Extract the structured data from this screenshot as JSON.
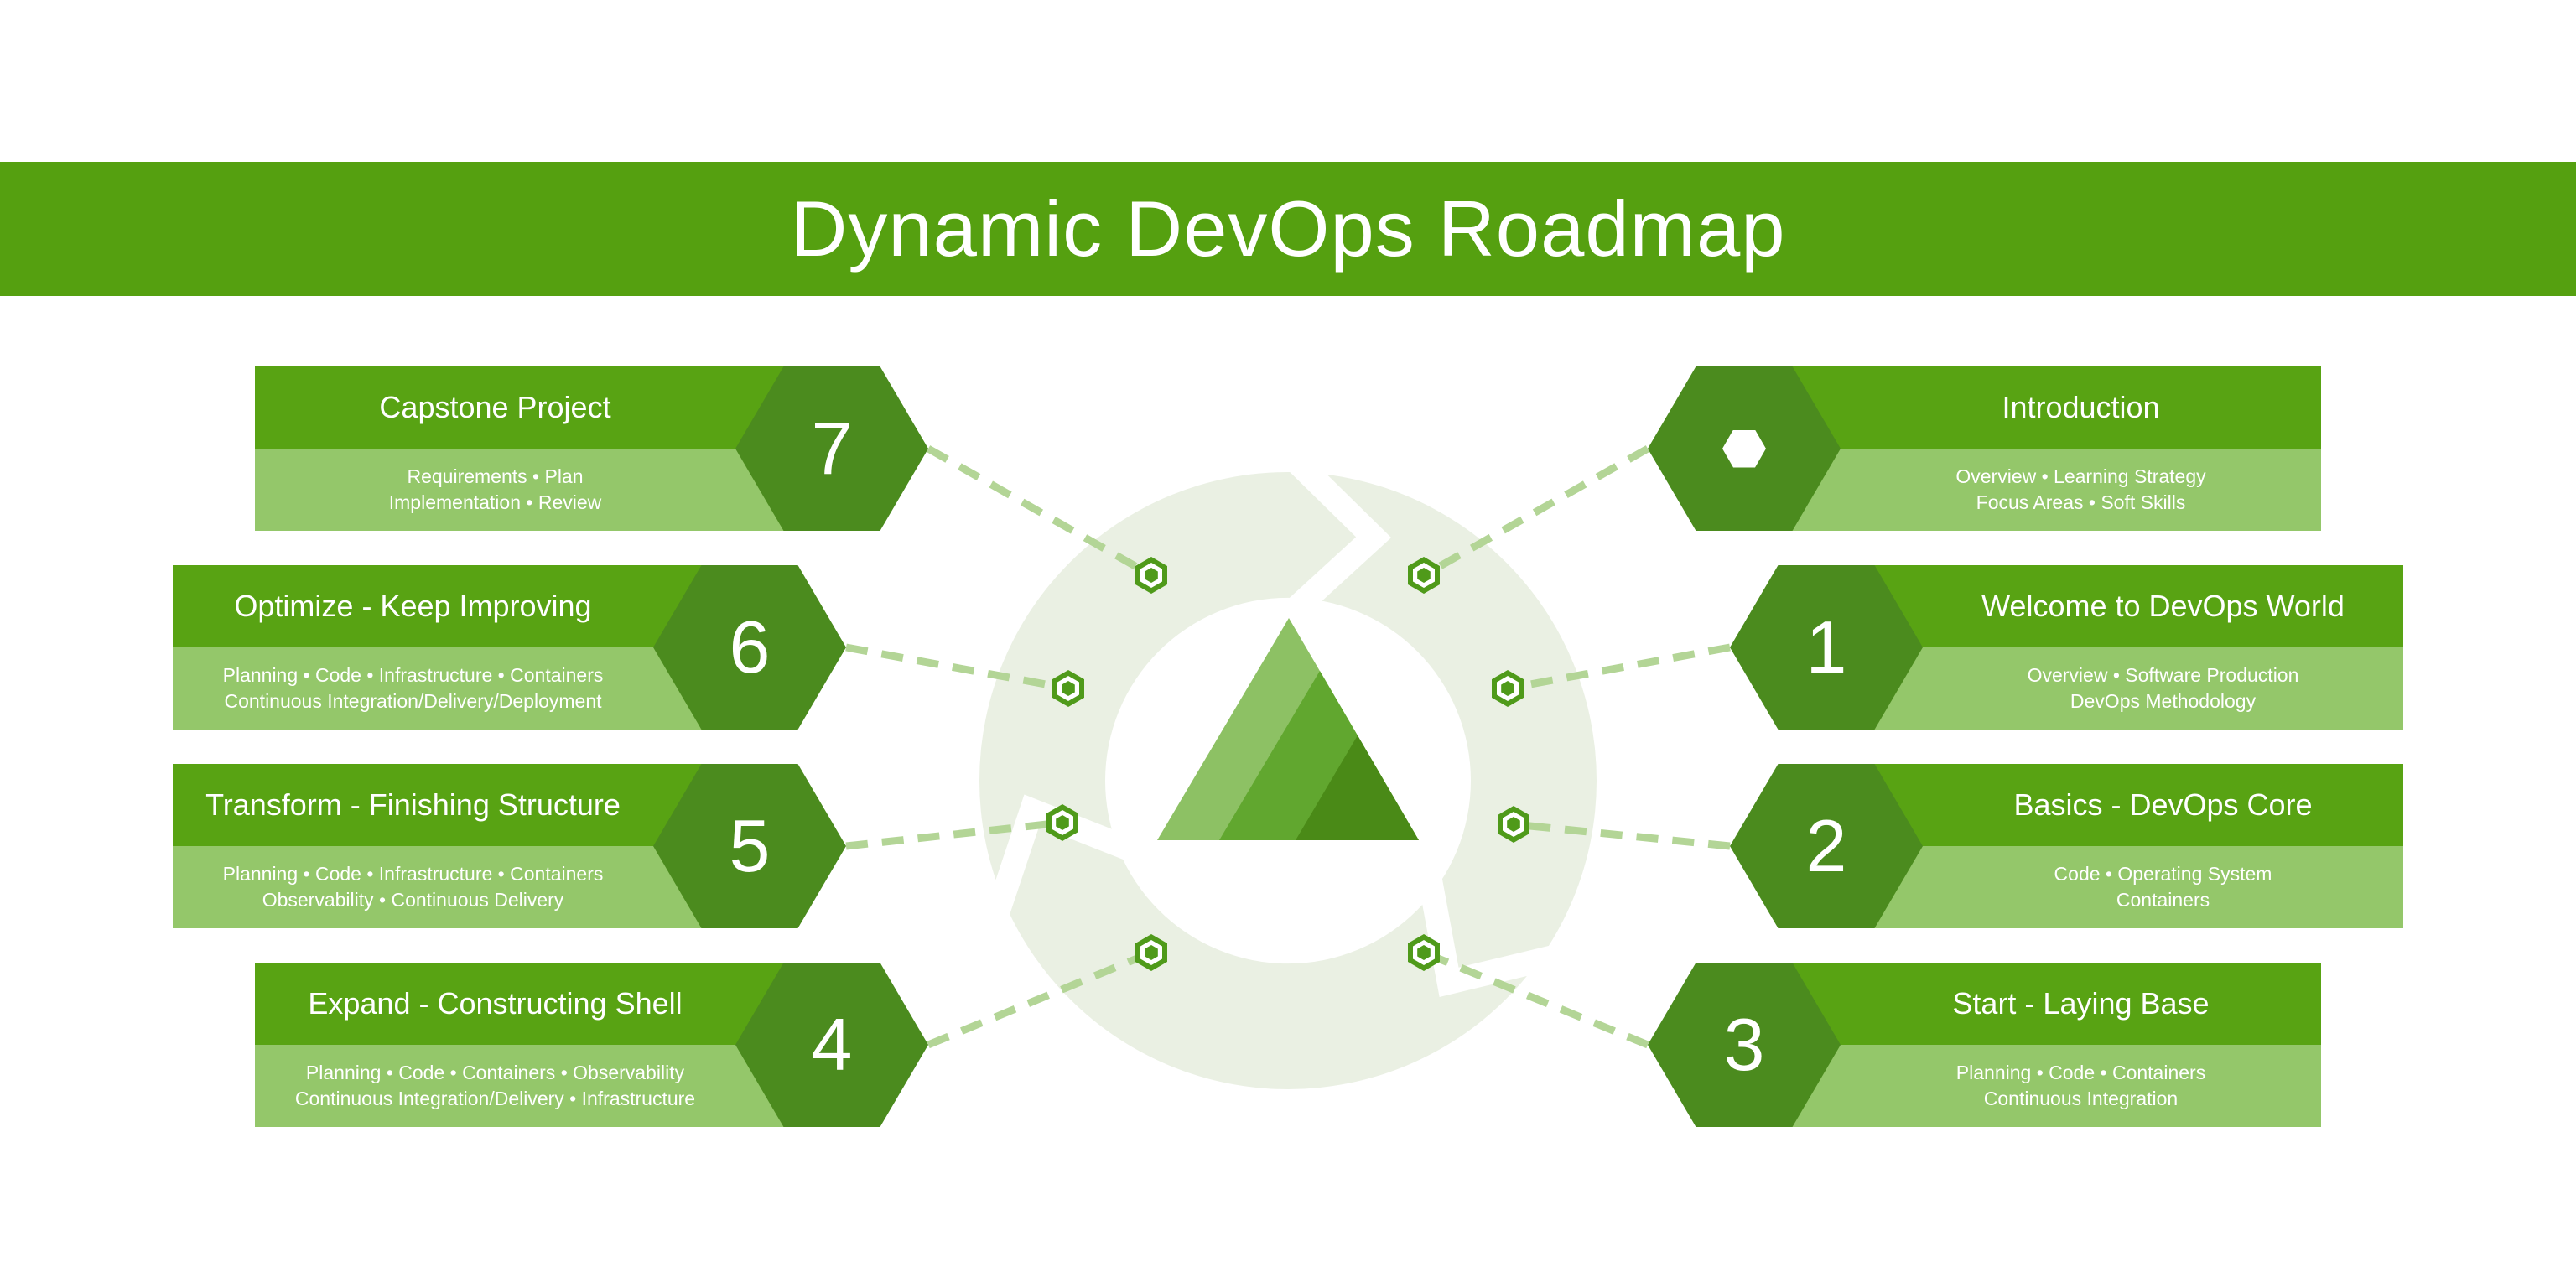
{
  "banner": {
    "title": "Dynamic DevOps Roadmap"
  },
  "colors": {
    "banner": "#55a010",
    "bar_dark": "#58a313",
    "bar_light": "#94c76a",
    "badge": "#4b8b1e",
    "ring": "#eaf0e3",
    "dash": "#b3d596",
    "nut": "#4f9a1a",
    "triangle_light": "#8dc164",
    "triangle_mid": "#61a72f",
    "triangle_dark": "#4a8a17",
    "text": "#ffffff"
  },
  "center_icons": {
    "ring": "cycle-arrows-ring",
    "logo": "triangle-logo",
    "connector_node": "hexagon-nut-icon"
  },
  "items": [
    {
      "number": "7",
      "title": "Capstone Project",
      "details_line1": "Requirements • Plan",
      "details_line2": "Implementation • Review"
    },
    {
      "number": "6",
      "title": "Optimize - Keep Improving",
      "details_line1": "Planning • Code • Infrastructure • Containers",
      "details_line2": "Continuous Integration/Delivery/Deployment"
    },
    {
      "number": "5",
      "title": "Transform - Finishing Structure",
      "details_line1": "Planning • Code • Infrastructure • Containers",
      "details_line2": "Observability • Continuous Delivery"
    },
    {
      "number": "4",
      "title": "Expand - Constructing Shell",
      "details_line1": "Planning • Code • Containers • Observability",
      "details_line2": "Continuous Integration/Delivery • Infrastructure"
    },
    {
      "number": "",
      "badge_icon": "hexagon",
      "title": "Introduction",
      "details_line1": "Overview • Learning Strategy",
      "details_line2": "Focus Areas • Soft Skills"
    },
    {
      "number": "1",
      "title": "Welcome to DevOps World",
      "details_line1": "Overview • Software Production",
      "details_line2": "DevOps Methodology"
    },
    {
      "number": "2",
      "title": "Basics - DevOps Core",
      "details_line1": "Code • Operating System",
      "details_line2": "Containers"
    },
    {
      "number": "3",
      "title": "Start - Laying Base",
      "details_line1": "Planning • Code • Containers",
      "details_line2": "Continuous Integration"
    }
  ]
}
